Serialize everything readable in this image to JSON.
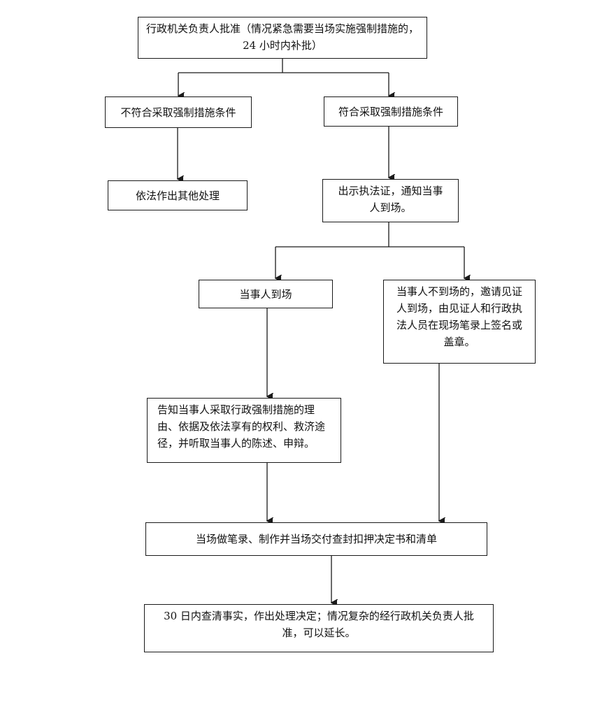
{
  "flowchart": {
    "nodes": {
      "approval": "行政机关负责人批准（情况紧急需要当场实施强制措施的，24 小时内补批）",
      "not_meet": "不符合采取强制措施条件",
      "meet": "符合采取强制措施条件",
      "other_handling": "依法作出其他处理",
      "show_cert": "出示执法证，通知当事人到场。",
      "party_present": "当事人到场",
      "party_absent": "当事人不到场的，邀请见证人到场，由见证人和行政执法人员在现场笔录上签名或盖章。",
      "inform_rights": "告知当事人采取行政强制措施的理由、依据及依法享有的权利、救济途径，并听取当事人的陈述、申辩。",
      "record_decision": "当场做笔录、制作并当场交付查封扣押决定书和清单",
      "handling_decision": "30 日内查清事实，作出处理决定；情况复杂的经行政机关负责人批准，可以延长。"
    },
    "line_color": "#1a1a1a"
  }
}
